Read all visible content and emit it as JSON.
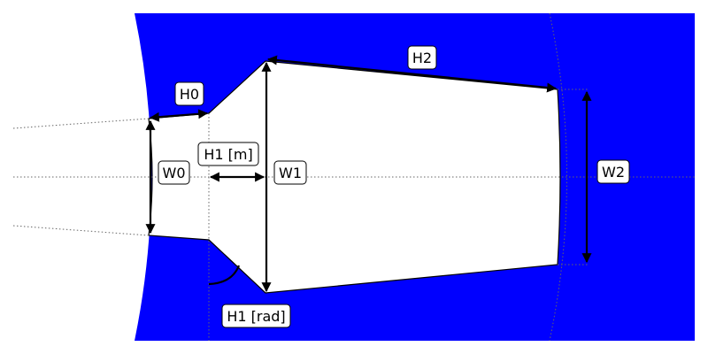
{
  "colors": {
    "fill": "#0000ff",
    "cavity": "#ffffff",
    "line": "#000000",
    "guide": "#666666"
  },
  "labels": {
    "h0": "H0",
    "w0": "W0",
    "h1_m": "H1 [m]",
    "w1": "W1",
    "h2": "H2",
    "w2": "W2",
    "h1_rad": "H1 [rad]"
  }
}
